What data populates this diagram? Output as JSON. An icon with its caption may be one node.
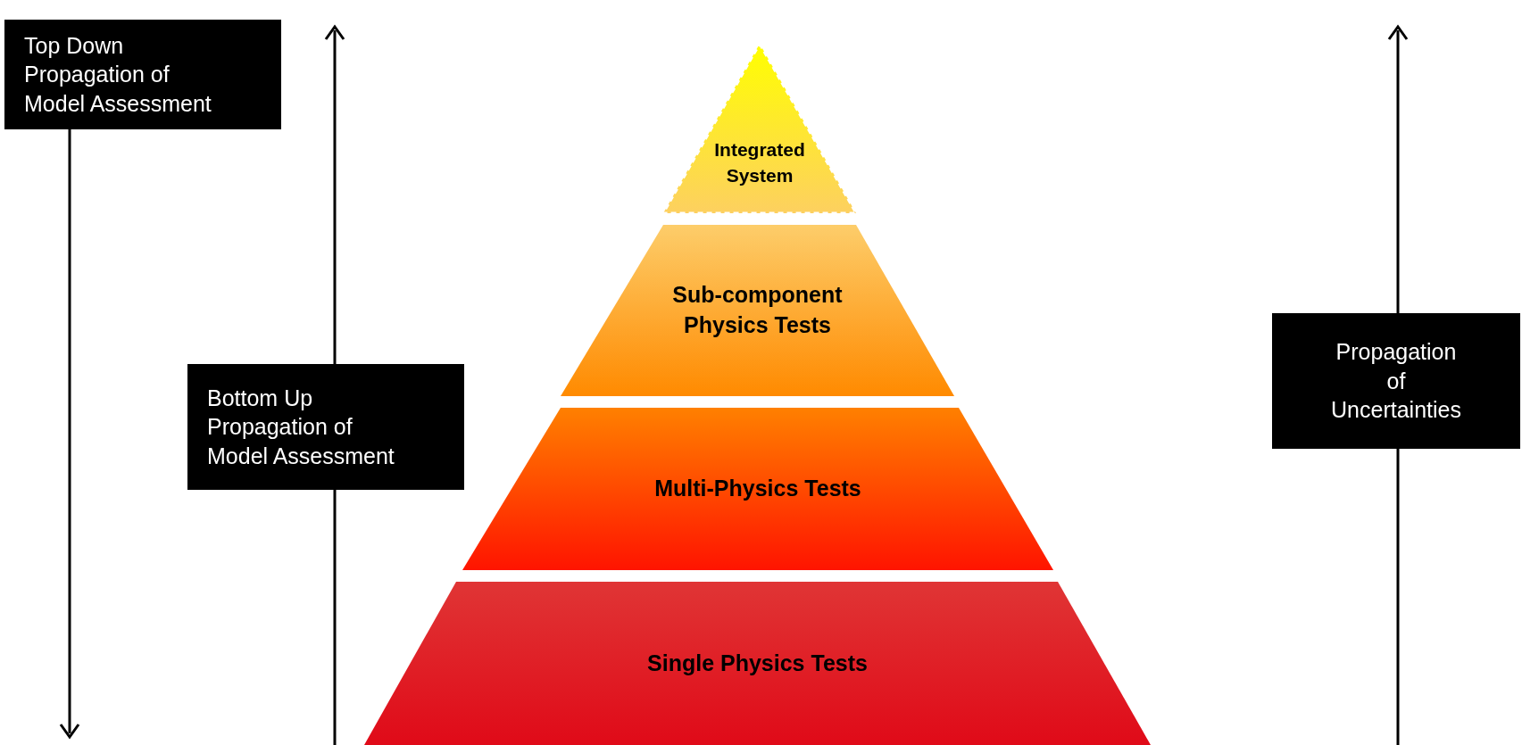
{
  "diagram": {
    "nodes": [
      {
        "text": [
          "Top Down Propagation of Model Assessment"
        ]
      },
      {
        "text": [
          "Bottom Up Propagation of Model Assessment"
        ]
      },
      {
        "text": [
          "Propagation of Uncertainties"
        ]
      },
      {
        "text": [
          "Integrated System"
        ]
      },
      {
        "text": [
          "Sub-component Physics Tests"
        ]
      },
      {
        "text": [
          "Multi-Physics Tests"
        ]
      },
      {
        "text": [
          "Single Physics Tests"
        ]
      }
    ]
  }
}
